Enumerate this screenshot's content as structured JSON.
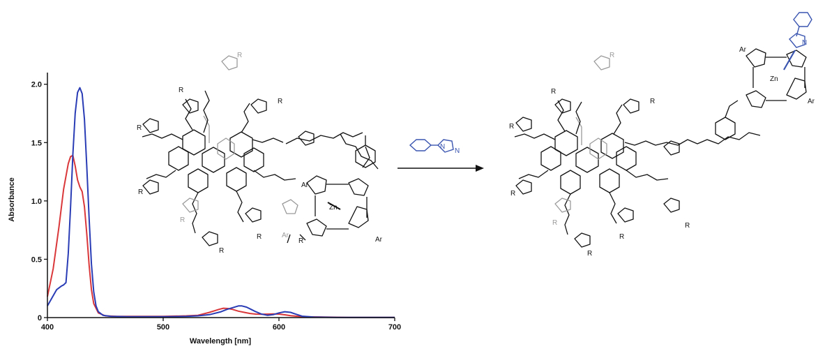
{
  "chart_data": {
    "type": "line",
    "xlabel": "Wavelength [nm]",
    "ylabel": "Absorbance",
    "xlim": [
      400,
      700
    ],
    "ylim": [
      0,
      2.1
    ],
    "xticks": [
      400,
      500,
      600,
      700
    ],
    "yticks": [
      0,
      0.5,
      1.0,
      1.5,
      2.0
    ],
    "xtick_labels": [
      "400",
      "500",
      "600",
      "700"
    ],
    "ytick_labels": [
      "0",
      "0.5",
      "1.0",
      "1.5",
      "2.0"
    ],
    "grid": false,
    "series": [
      {
        "color": "#d9373a",
        "x": [
          400,
          405,
          410,
          414,
          418,
          420,
          422,
          424,
          426,
          428,
          430,
          432,
          434,
          436,
          438,
          440,
          444,
          450,
          460,
          480,
          500,
          520,
          530,
          540,
          548,
          552,
          556,
          560,
          565,
          570,
          575,
          580,
          585,
          590,
          595,
          600,
          605,
          610,
          620,
          640,
          660,
          700
        ],
        "y": [
          0.18,
          0.42,
          0.78,
          1.1,
          1.32,
          1.38,
          1.39,
          1.3,
          1.18,
          1.12,
          1.08,
          0.95,
          0.72,
          0.45,
          0.24,
          0.12,
          0.04,
          0.015,
          0.01,
          0.01,
          0.01,
          0.015,
          0.02,
          0.045,
          0.07,
          0.08,
          0.078,
          0.07,
          0.055,
          0.045,
          0.035,
          0.03,
          0.028,
          0.03,
          0.032,
          0.03,
          0.024,
          0.016,
          0.008,
          0.004,
          0.002,
          0.001
        ]
      },
      {
        "color": "#2a3cb5",
        "x": [
          400,
          404,
          408,
          412,
          414,
          416,
          418,
          420,
          422,
          424,
          426,
          428,
          430,
          432,
          434,
          436,
          438,
          440,
          442,
          444,
          448,
          455,
          470,
          500,
          520,
          530,
          540,
          550,
          555,
          560,
          565,
          568,
          572,
          576,
          580,
          585,
          590,
          595,
          600,
          605,
          610,
          615,
          620,
          630,
          650,
          700
        ],
        "y": [
          0.1,
          0.17,
          0.24,
          0.27,
          0.28,
          0.3,
          0.55,
          0.95,
          1.4,
          1.75,
          1.93,
          1.97,
          1.92,
          1.7,
          1.3,
          0.85,
          0.46,
          0.22,
          0.1,
          0.05,
          0.02,
          0.01,
          0.008,
          0.008,
          0.01,
          0.015,
          0.025,
          0.05,
          0.07,
          0.085,
          0.1,
          0.1,
          0.09,
          0.07,
          0.05,
          0.03,
          0.02,
          0.025,
          0.04,
          0.05,
          0.045,
          0.028,
          0.012,
          0.004,
          0.002,
          0.001
        ]
      }
    ]
  },
  "scheme": {
    "reagent_color": "#3a55b0",
    "grey_color": "#9a9a9a",
    "left_labels": {
      "r": "R",
      "ar": "Ar",
      "zn": "Zn",
      "n": "N"
    },
    "right_labels": {
      "r": "R",
      "ar": "Ar",
      "zn": "Zn",
      "n": "N"
    }
  }
}
